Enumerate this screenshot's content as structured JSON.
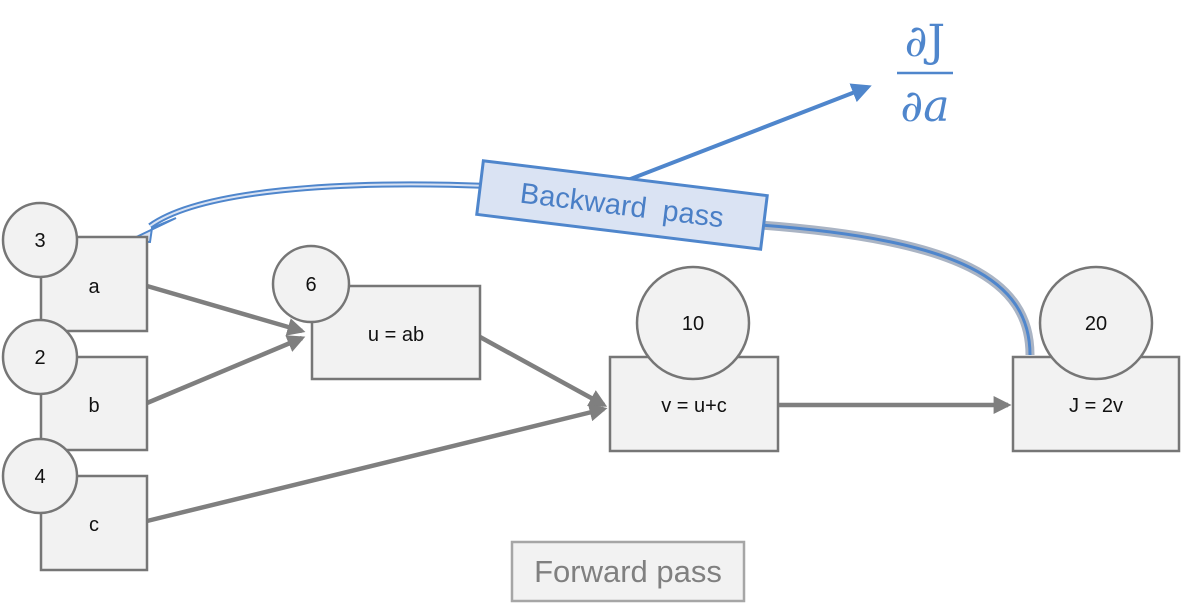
{
  "diagram": {
    "nodes": [
      {
        "id": "a",
        "label": "a",
        "value": "3"
      },
      {
        "id": "b",
        "label": "b",
        "value": "2"
      },
      {
        "id": "c",
        "label": "c",
        "value": "4"
      },
      {
        "id": "u",
        "label": "u = ab",
        "value": "6"
      },
      {
        "id": "v",
        "label": "v = u+c",
        "value": "10"
      },
      {
        "id": "J",
        "label": "J = 2v",
        "value": "20"
      }
    ],
    "edges": [
      {
        "from": "a",
        "to": "u"
      },
      {
        "from": "b",
        "to": "u"
      },
      {
        "from": "u",
        "to": "v"
      },
      {
        "from": "c",
        "to": "v"
      },
      {
        "from": "v",
        "to": "J"
      }
    ],
    "forward_label": "Forward pass",
    "backward_label": "Backward  pass",
    "derivative": {
      "numerator": "∂J",
      "denominator": "∂a"
    },
    "colors": {
      "box_fill": "#f2f2f2",
      "box_stroke": "#767676",
      "forward_arrow": "#7f7f7f",
      "backward_arrow": "#4f86cc",
      "backward_label_fill": "#dae3f3"
    }
  }
}
